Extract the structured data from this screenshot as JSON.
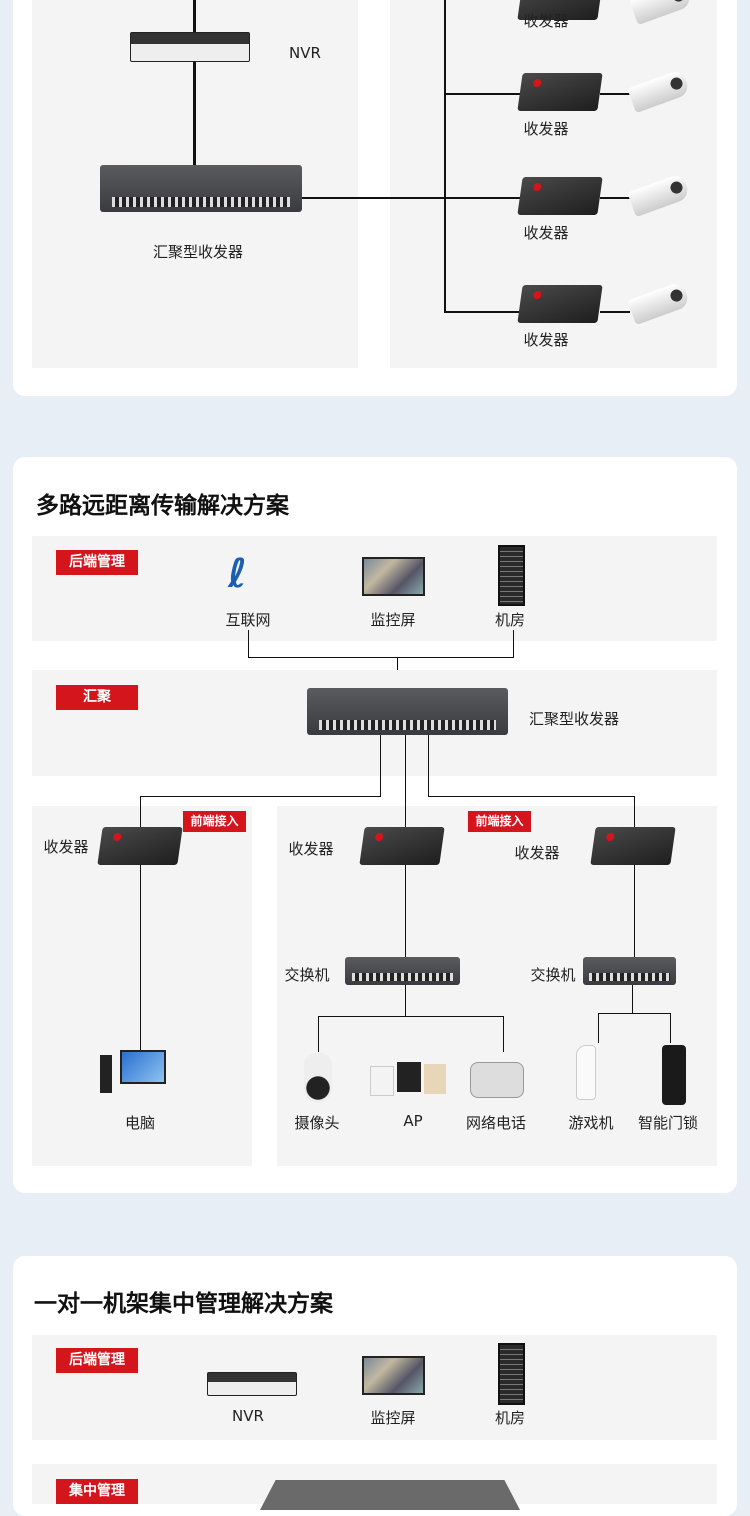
{
  "section1": {
    "nvr": "NVR",
    "aggregator": "汇聚型收发器",
    "transceiver": "收发器"
  },
  "section2": {
    "title": "多路远距离传输解决方案",
    "tag_backend": "后端管理",
    "tag_aggregate": "汇聚",
    "tag_front": "前端接入",
    "internet": "互联网",
    "monitor": "监控屏",
    "server_room": "机房",
    "aggregator": "汇聚型收发器",
    "transceiver": "收发器",
    "switch": "交换机",
    "pc": "电脑",
    "camera": "摄像头",
    "ap": "AP",
    "phone": "网络电话",
    "console": "游戏机",
    "lock": "智能门锁"
  },
  "section3": {
    "title": "一对一机架集中管理解决方案",
    "tag_backend": "后端管理",
    "nvr": "NVR",
    "monitor": "监控屏",
    "server_room": "机房",
    "tag_central": "集中管理"
  },
  "colors": {
    "accent": "#d5151c",
    "background": "#e8eef6"
  }
}
